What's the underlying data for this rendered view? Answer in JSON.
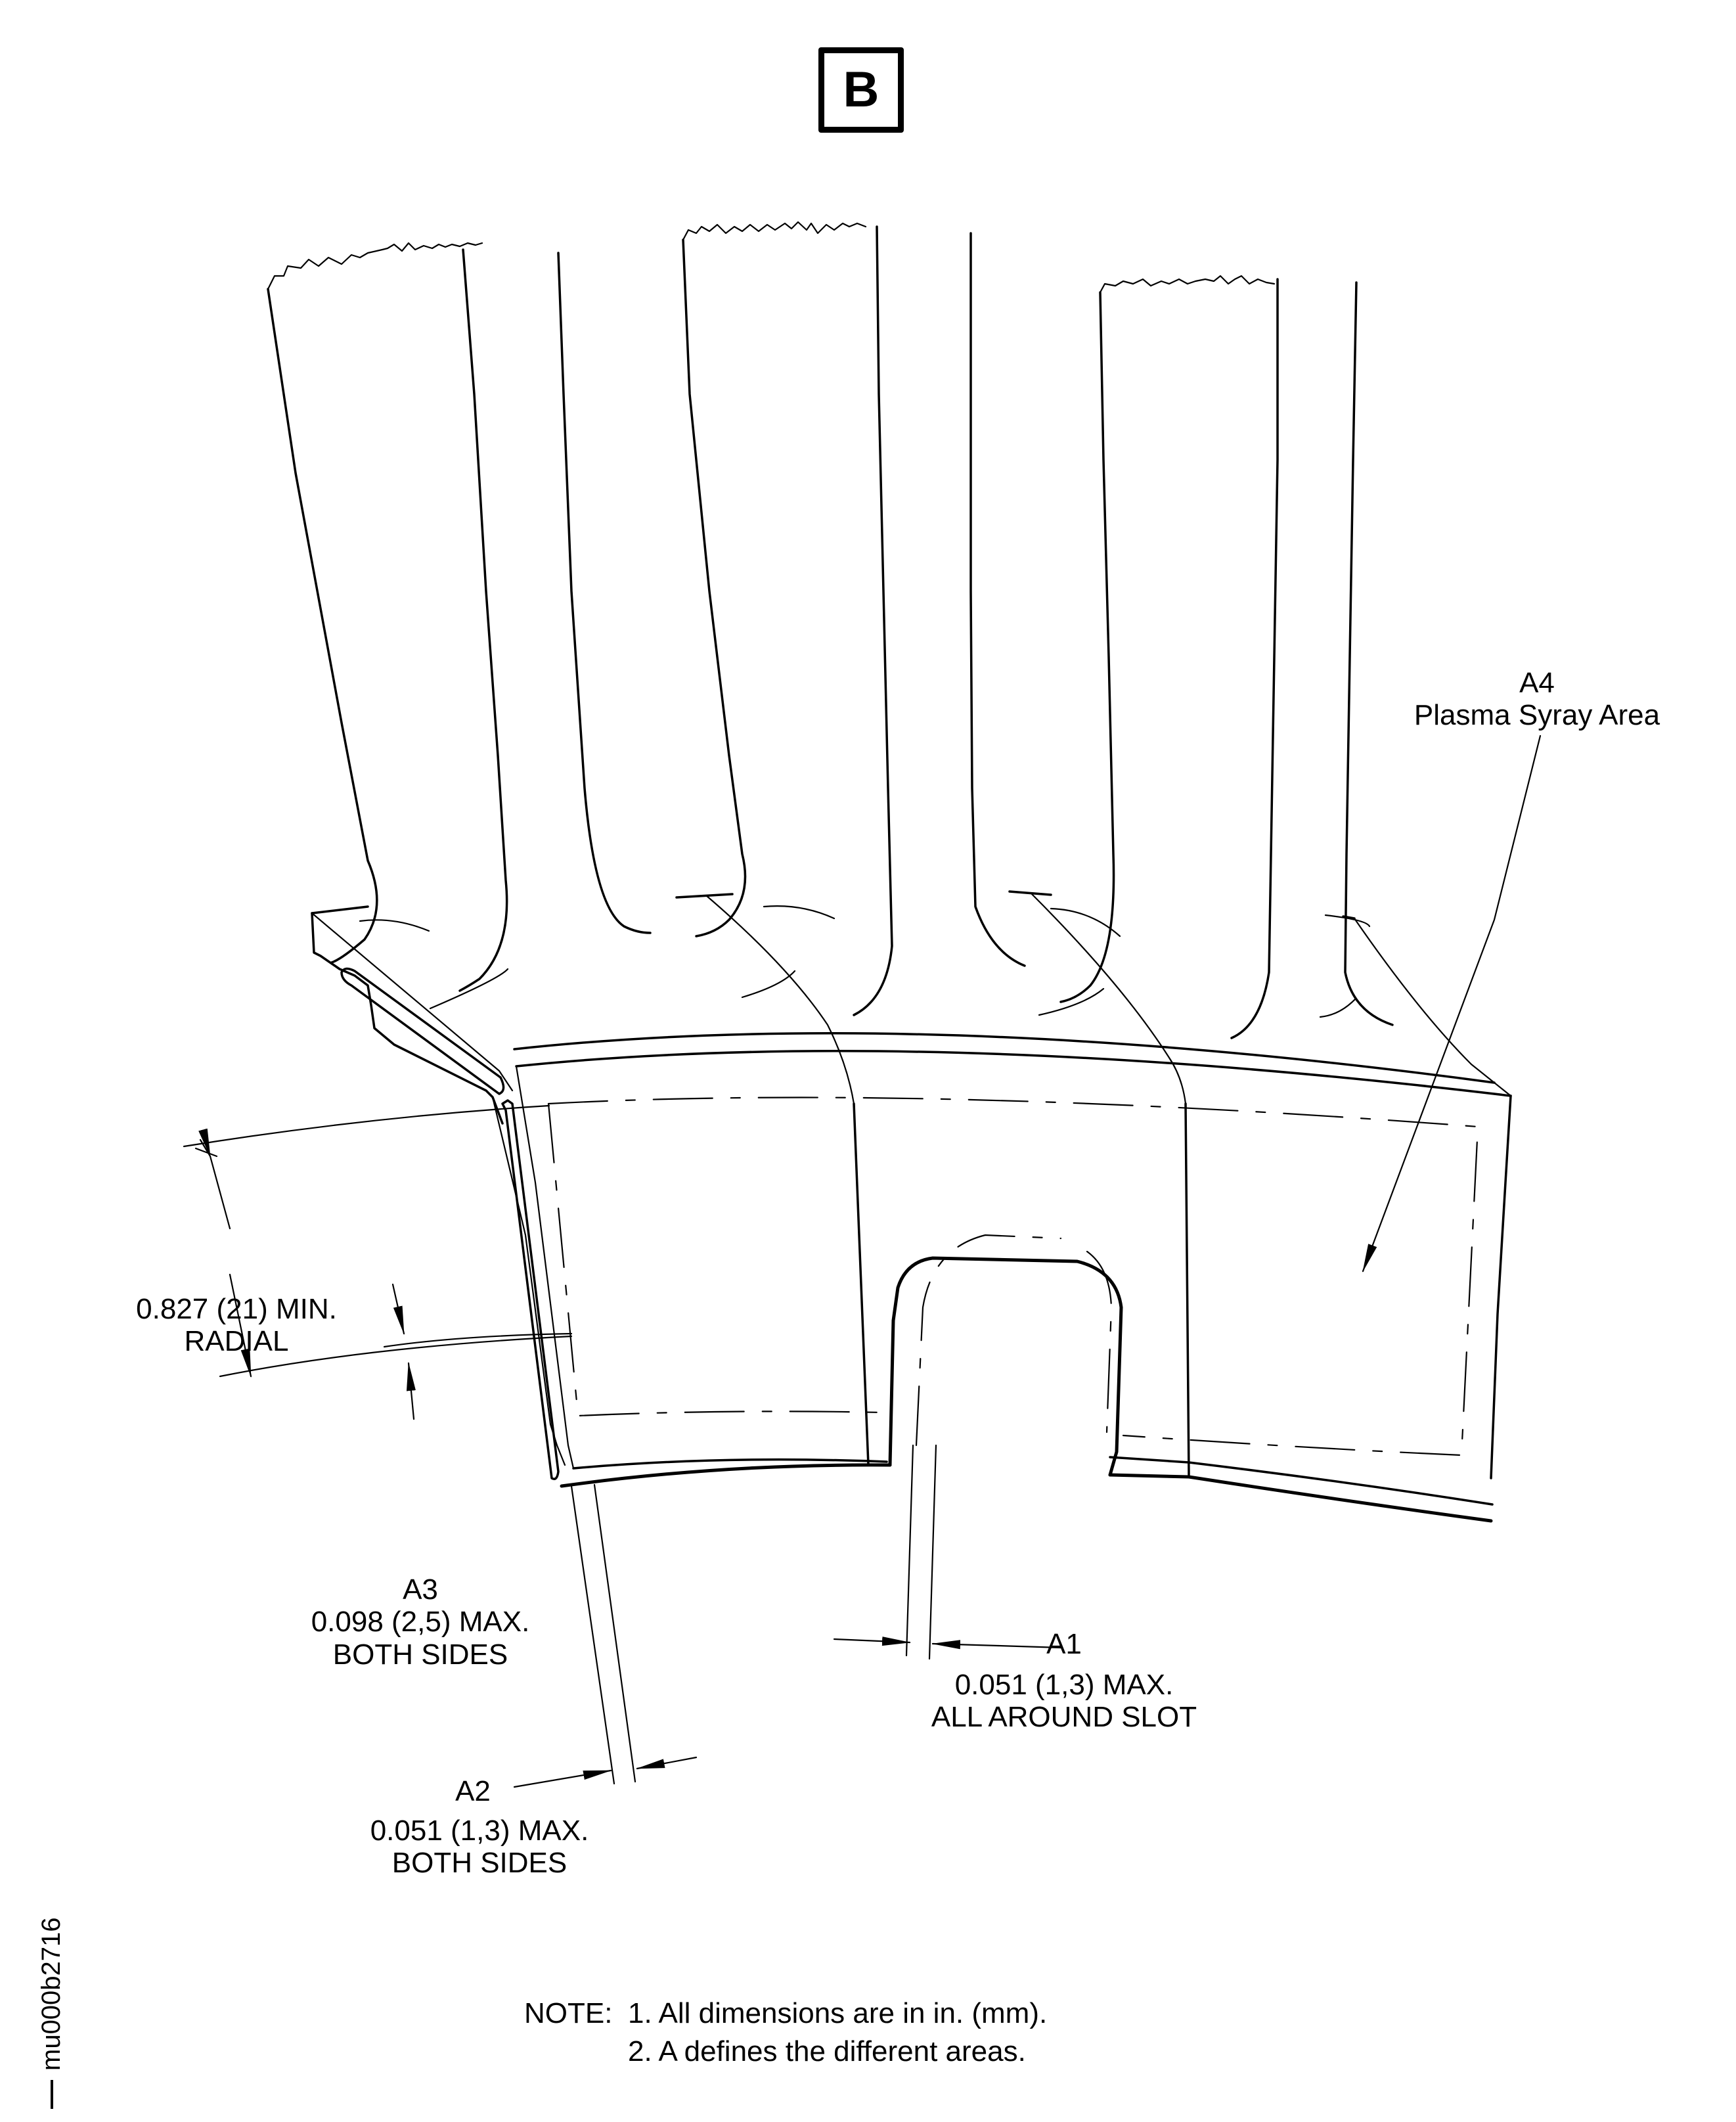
{
  "view": {
    "label": "B"
  },
  "callouts": {
    "a4": {
      "id": "A4",
      "text": "Plasma Syray Area"
    },
    "radial": {
      "line1": "0.827 (21) MIN.",
      "line2": "RADIAL"
    },
    "a3": {
      "id": "A3",
      "line1": "0.098 (2,5) MAX.",
      "line2": "BOTH SIDES"
    },
    "a1": {
      "id": "A1",
      "line1": "0.051 (1,3) MAX.",
      "line2": "ALL AROUND SLOT"
    },
    "a2": {
      "id": "A2",
      "line1": "0.051 (1,3) MAX.",
      "line2": "BOTH SIDES"
    }
  },
  "notes": {
    "prefix": "NOTE:",
    "items": [
      "1. All dimensions are in in. (mm).",
      "2. A defines the different areas."
    ]
  },
  "document_id": "mu000b2716",
  "colors": {
    "ink": "#000000",
    "paper": "#ffffff"
  }
}
